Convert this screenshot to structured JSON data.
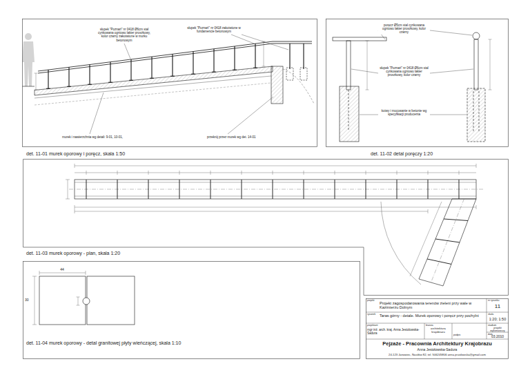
{
  "diagram": {
    "nodes": [
      {
        "text": [
          "det. 11-01 murek oporowy i poręcz, skala 1:50"
        ]
      },
      {
        "text": [
          "det. 11-02 detal poręczy 1:20"
        ]
      },
      {
        "text": [
          "det. 11-03 murek oporowy - plan, skala 1:20"
        ]
      },
      {
        "text": [
          "det. 11-04 murek oporowy - detal granitowej płyty wieńczącej, skala 1:10"
        ]
      },
      {
        "text": [
          "projekt",
          "Projekt zagospodarowania terenów zieleni przy wale w Kazimierzu Dolnym",
          "nr rysunku",
          "11",
          "rysunek",
          "Taras górny - detale. Murek oporowy i poręcz przy pochylni",
          "skala",
          "1:20; 1:50",
          "projektant",
          "mgr inż. arch. kraj. Anna Jesiołowska-Sadura",
          "branża",
          "architektura krajobrazu",
          "podpis",
          "stadium",
          "projekt wykonawczy",
          "data",
          "03.2010",
          "Pejzaże - Pracownia Architektury Krajobrazu",
          "Anna Jesiołowska-Sadura",
          "24-123 Janowiec, Nasiłów 82, tel. 506245806 anna.jesiolowska@gmail.com"
        ]
      }
    ],
    "labels": [
      "słupek \"Poznań\" nr 0418 Ø6cm stal cynkowana ogniowo lakier proszkowy, kolor czarny zakotwione w murku betonowym",
      "słupek \"Poznań\" nr 0418 zakotwione w fundamencie betonowym",
      "murek i nawierzchnia wg detali: 9-01, 10-01,",
      "przekrój przez murek wg det. 14-01",
      "poręcz Ø5cm stal cynkowana ogniowo lakier proszkowy, kolor czarny",
      "słupek \"Poznań\" nr 0418 Ø6cm stal cynkowana ogniowo lakier proszkowy, kolor czarny",
      "kotwy i mocowanie w betonie wg specyfikacji producenta",
      "44",
      "30"
    ]
  }
}
